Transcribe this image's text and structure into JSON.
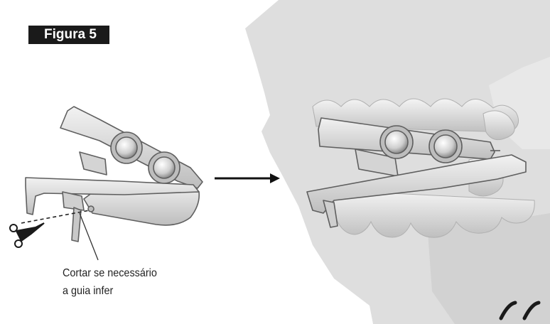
{
  "figure": {
    "label": "Figura 5"
  },
  "instruction": {
    "line1": "Cortar se necessário",
    "line2": "a guia infer"
  },
  "colors": {
    "label_bg": "#1a1a1a",
    "label_text": "#ffffff",
    "head_silhouette": "#dedede",
    "device_fill": "#e3e3e3",
    "device_stroke": "#6a6a6a",
    "arrow": "#111111"
  },
  "icons": {
    "cut_tool": "scissors-icon",
    "direction": "arrow-right-icon"
  }
}
